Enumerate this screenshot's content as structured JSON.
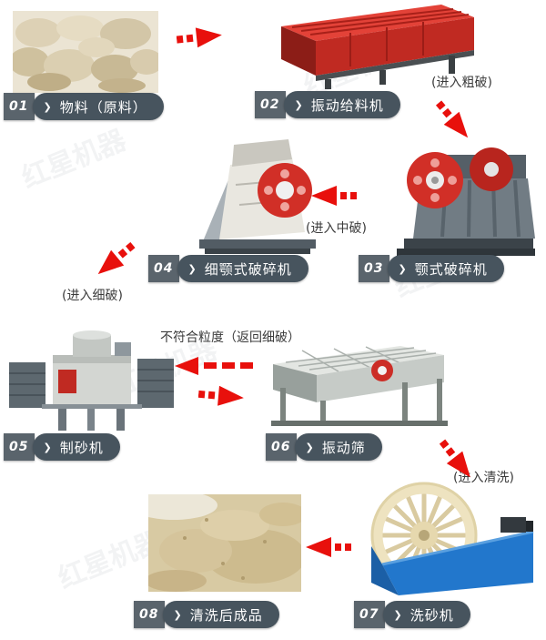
{
  "watermark": "红星机器",
  "chevron": "❯",
  "colors": {
    "arrow_red": "#e8100c",
    "label_pill_bg": "#47545e",
    "label_number_bg": "#5a646c",
    "label_text": "#ffffff",
    "annotation_text": "#3b3b3b",
    "feeder_red": "#cf2b24",
    "flywheel_red": "#d12f27",
    "washer_blue": "#2277cc"
  },
  "steps": [
    {
      "num": "01",
      "label": "物料（原料）"
    },
    {
      "num": "02",
      "label": "振动给料机"
    },
    {
      "num": "03",
      "label": "颚式破碎机"
    },
    {
      "num": "04",
      "label": "细颚式破碎机"
    },
    {
      "num": "05",
      "label": "制砂机"
    },
    {
      "num": "06",
      "label": "振动筛"
    },
    {
      "num": "07",
      "label": "洗砂机"
    },
    {
      "num": "08",
      "label": "清洗后成品"
    }
  ],
  "annotations": {
    "to_coarse": "(进入粗破)",
    "to_medium": "(进入中破)",
    "to_fine": "(进入细破)",
    "return_fine": "不符合粒度（返回细破）",
    "to_wash": "(进入清洗)"
  },
  "flow": [
    {
      "from": "01",
      "to": "02",
      "style": "solid"
    },
    {
      "from": "02",
      "to": "03",
      "style": "solid",
      "note": "to_coarse"
    },
    {
      "from": "03",
      "to": "04",
      "style": "solid",
      "note": "to_medium"
    },
    {
      "from": "04",
      "to": "05",
      "style": "solid",
      "note": "to_fine"
    },
    {
      "from": "05",
      "to": "06",
      "style": "solid"
    },
    {
      "from": "06",
      "to": "05",
      "style": "dashed",
      "note": "return_fine"
    },
    {
      "from": "06",
      "to": "07",
      "style": "solid",
      "note": "to_wash"
    },
    {
      "from": "07",
      "to": "08",
      "style": "solid"
    }
  ]
}
